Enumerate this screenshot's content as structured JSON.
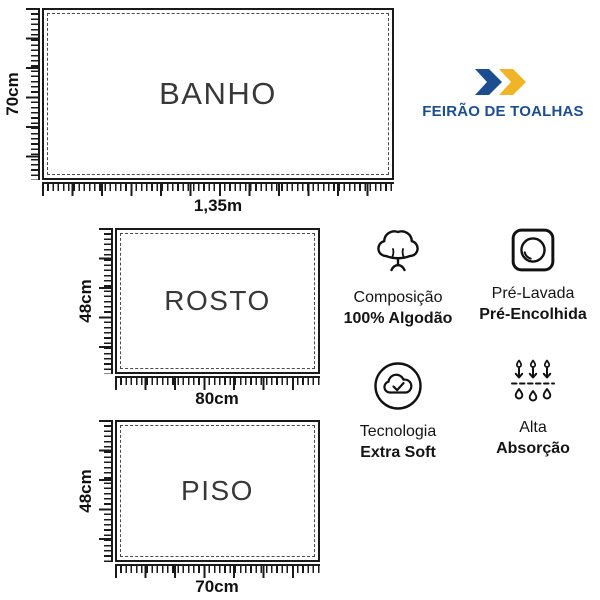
{
  "brand": {
    "name": "FEIRÃO DE TOALHAS",
    "blue": "#1c4e8f",
    "yellow": "#f0b429"
  },
  "towels": [
    {
      "label": "BANHO",
      "height": "70cm",
      "width": "1,35m"
    },
    {
      "label": "ROSTO",
      "height": "48cm",
      "width": "80cm"
    },
    {
      "label": "PISO",
      "height": "48cm",
      "width": "70cm"
    }
  ],
  "features": [
    {
      "icon": "cotton-icon",
      "line1": "Composição",
      "line2": "100% Algodão"
    },
    {
      "icon": "washing-machine-icon",
      "line1": "Pré-Lavada",
      "line2": "Pré-Encolhida"
    },
    {
      "icon": "soft-cloud-check-icon",
      "line1": "Tecnologia",
      "line2": "Extra Soft"
    },
    {
      "icon": "water-absorption-icon",
      "line1": "Alta",
      "line2": "Absorção"
    }
  ]
}
